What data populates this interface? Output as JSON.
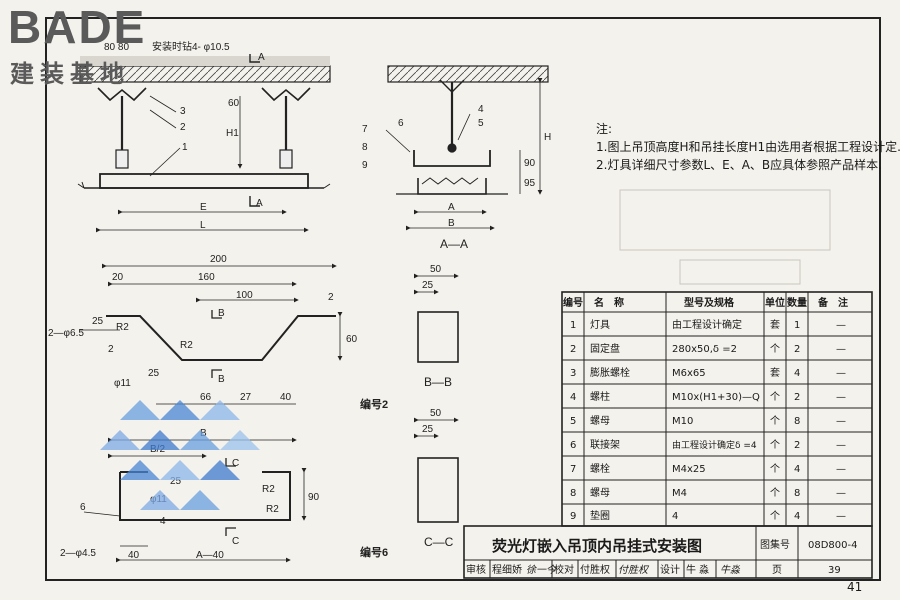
{
  "logo": {
    "text": "BADE",
    "subtitle": "建装基地"
  },
  "notes": {
    "title": "注:",
    "lines": [
      "1.图上吊顶高度H和吊挂长度H1由选用者根据工程设计定.",
      "2.灯具详细尺寸参数L、E、A、B应具体参照产品样本."
    ]
  },
  "main_view": {
    "dims_top": "80  80",
    "top_label": "安装时钻4- φ10.5",
    "section_mark": "A",
    "dim_60": "60",
    "dim_h1": "H1",
    "dim_e": "E",
    "dim_l": "L",
    "callouts": [
      "3",
      "2",
      "1"
    ]
  },
  "section_aa": {
    "title": "A—A",
    "callouts": [
      "7",
      "6",
      "8",
      "9",
      "4",
      "5"
    ],
    "dim_90": "90",
    "dim_95": "95",
    "dim_h": "H",
    "dim_a": "A",
    "dim_b": "B"
  },
  "part2": {
    "label": "编号2",
    "d200": "200",
    "d20": "20",
    "d160": "160",
    "d100": "100",
    "d2": "2",
    "d60": "60",
    "d25": "25",
    "r2a": "R2",
    "r2b": "R2",
    "hole": "2—φ6.5",
    "thk": "2",
    "d11": "φ11",
    "d25b": "25",
    "d66": "66",
    "d27": "27",
    "d40": "40",
    "sec_b": "B"
  },
  "section_bb": {
    "title": "B—B",
    "d50": "50",
    "d25": "25"
  },
  "part6": {
    "label": "编号6",
    "d_b": "B",
    "d_b2": "B/2",
    "d25": "25",
    "d11": "φ11",
    "r2a": "R2",
    "r2b": "R2",
    "d90": "90",
    "d4": "4",
    "d40": "40",
    "d_a40": "A—40",
    "hole": "2—φ4.5",
    "callout": "6",
    "sec_c": "C"
  },
  "section_cc": {
    "title": "C—C",
    "d50": "50",
    "d25": "25"
  },
  "table": {
    "headers": [
      "编号",
      "名　称",
      "型号及规格",
      "单位",
      "数量",
      "备　注"
    ],
    "rows": [
      [
        "1",
        "灯具",
        "由工程设计确定",
        "套",
        "1",
        "—"
      ],
      [
        "2",
        "固定盘",
        "280x50,δ =2",
        "个",
        "2",
        "—"
      ],
      [
        "3",
        "膨胀螺栓",
        "M6x65",
        "套",
        "4",
        "—"
      ],
      [
        "4",
        "螺柱",
        "M10x(H1+30)—Q",
        "个",
        "2",
        "—"
      ],
      [
        "5",
        "螺母",
        "M10",
        "个",
        "8",
        "—"
      ],
      [
        "6",
        "联接架",
        "由工程设计确定δ =4",
        "个",
        "2",
        "—"
      ],
      [
        "7",
        "螺栓",
        "M4x25",
        "个",
        "4",
        "—"
      ],
      [
        "8",
        "螺母",
        "M4",
        "个",
        "8",
        "—"
      ],
      [
        "9",
        "垫圈",
        "4",
        "个",
        "4",
        "—"
      ]
    ]
  },
  "titleblock": {
    "title": "荧光灯嵌入吊顶内吊挂式安装图",
    "atlas_label": "图集号",
    "atlas_no": "08D800-4",
    "review": "审核",
    "reviewer": "程细娇",
    "sign1": "徐一今",
    "check": "校对",
    "checker": "付胜权",
    "sign2": "付胜权",
    "design": "设计",
    "designer": "牛  淼",
    "sign3": "牛淼",
    "page_label": "页",
    "page": "39"
  },
  "page_number": "41"
}
